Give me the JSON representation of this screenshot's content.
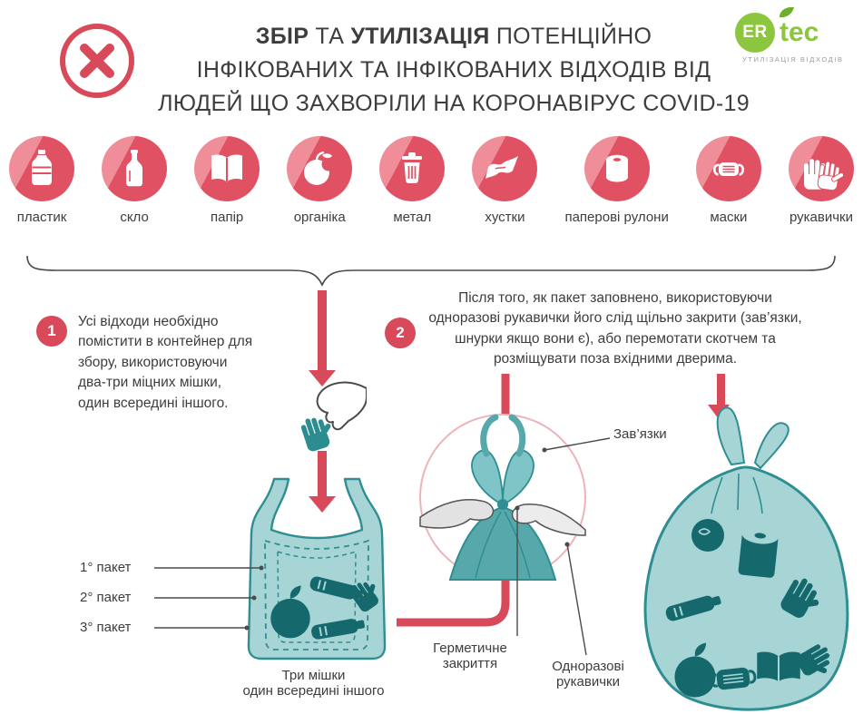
{
  "colors": {
    "accent_red": "#d8495a",
    "accent_pink": "#ef8d98",
    "teal_light": "#a7d5d6",
    "teal_outline": "#2e8e91",
    "teal_dark": "#15696d",
    "logo_green": "#8cc63f"
  },
  "header": {
    "title_bold1": "ЗБІР",
    "title_mid": " ТА ",
    "title_bold2": "УТИЛІЗАЦІЯ",
    "title_rest": " ПОТЕНЦІЙНО",
    "title_line2": "ІНФІКОВАНИХ ТА ІНФІКОВАНИХ ВІДХОДІВ ВІД",
    "title_line3": "ЛЮДЕЙ ЩО ЗАХВОРІЛИ НА КОРОНАВІРУС COVID-19",
    "logo": {
      "circle_text": "ER",
      "name": "tec",
      "tagline": "УТИЛІЗАЦІЯ ВІДХОДІВ"
    }
  },
  "waste_types": [
    {
      "label": "пластик"
    },
    {
      "label": "скло"
    },
    {
      "label": "папір"
    },
    {
      "label": "органіка"
    },
    {
      "label": "метал"
    },
    {
      "label": "хустки"
    },
    {
      "label": "паперові рулони"
    },
    {
      "label": "маски"
    },
    {
      "label": "рукавички"
    }
  ],
  "step1": {
    "number": "1",
    "text": "Усі відходи необхідно помістити в контейнер для збору, використовуючи два-три міцних мішки, один всередині іншого.",
    "bag_layers": [
      "1° пакет",
      "2° пакет",
      "3° пакет"
    ],
    "caption": "Три мішки\nодин всередині іншого"
  },
  "step2": {
    "number": "2",
    "text": "Після того, як пакет заповнено, використовуючи одноразові рукавички його слід щільно закрити (зав’язки, шнурки якщо вони є), або перемотати скотчем та розміщувати поза вхідними дверима.",
    "labels": {
      "ties": "Зав’язки",
      "seal": "Герметичне\nзакриття",
      "gloves": "Одноразові\nрукавички"
    }
  }
}
